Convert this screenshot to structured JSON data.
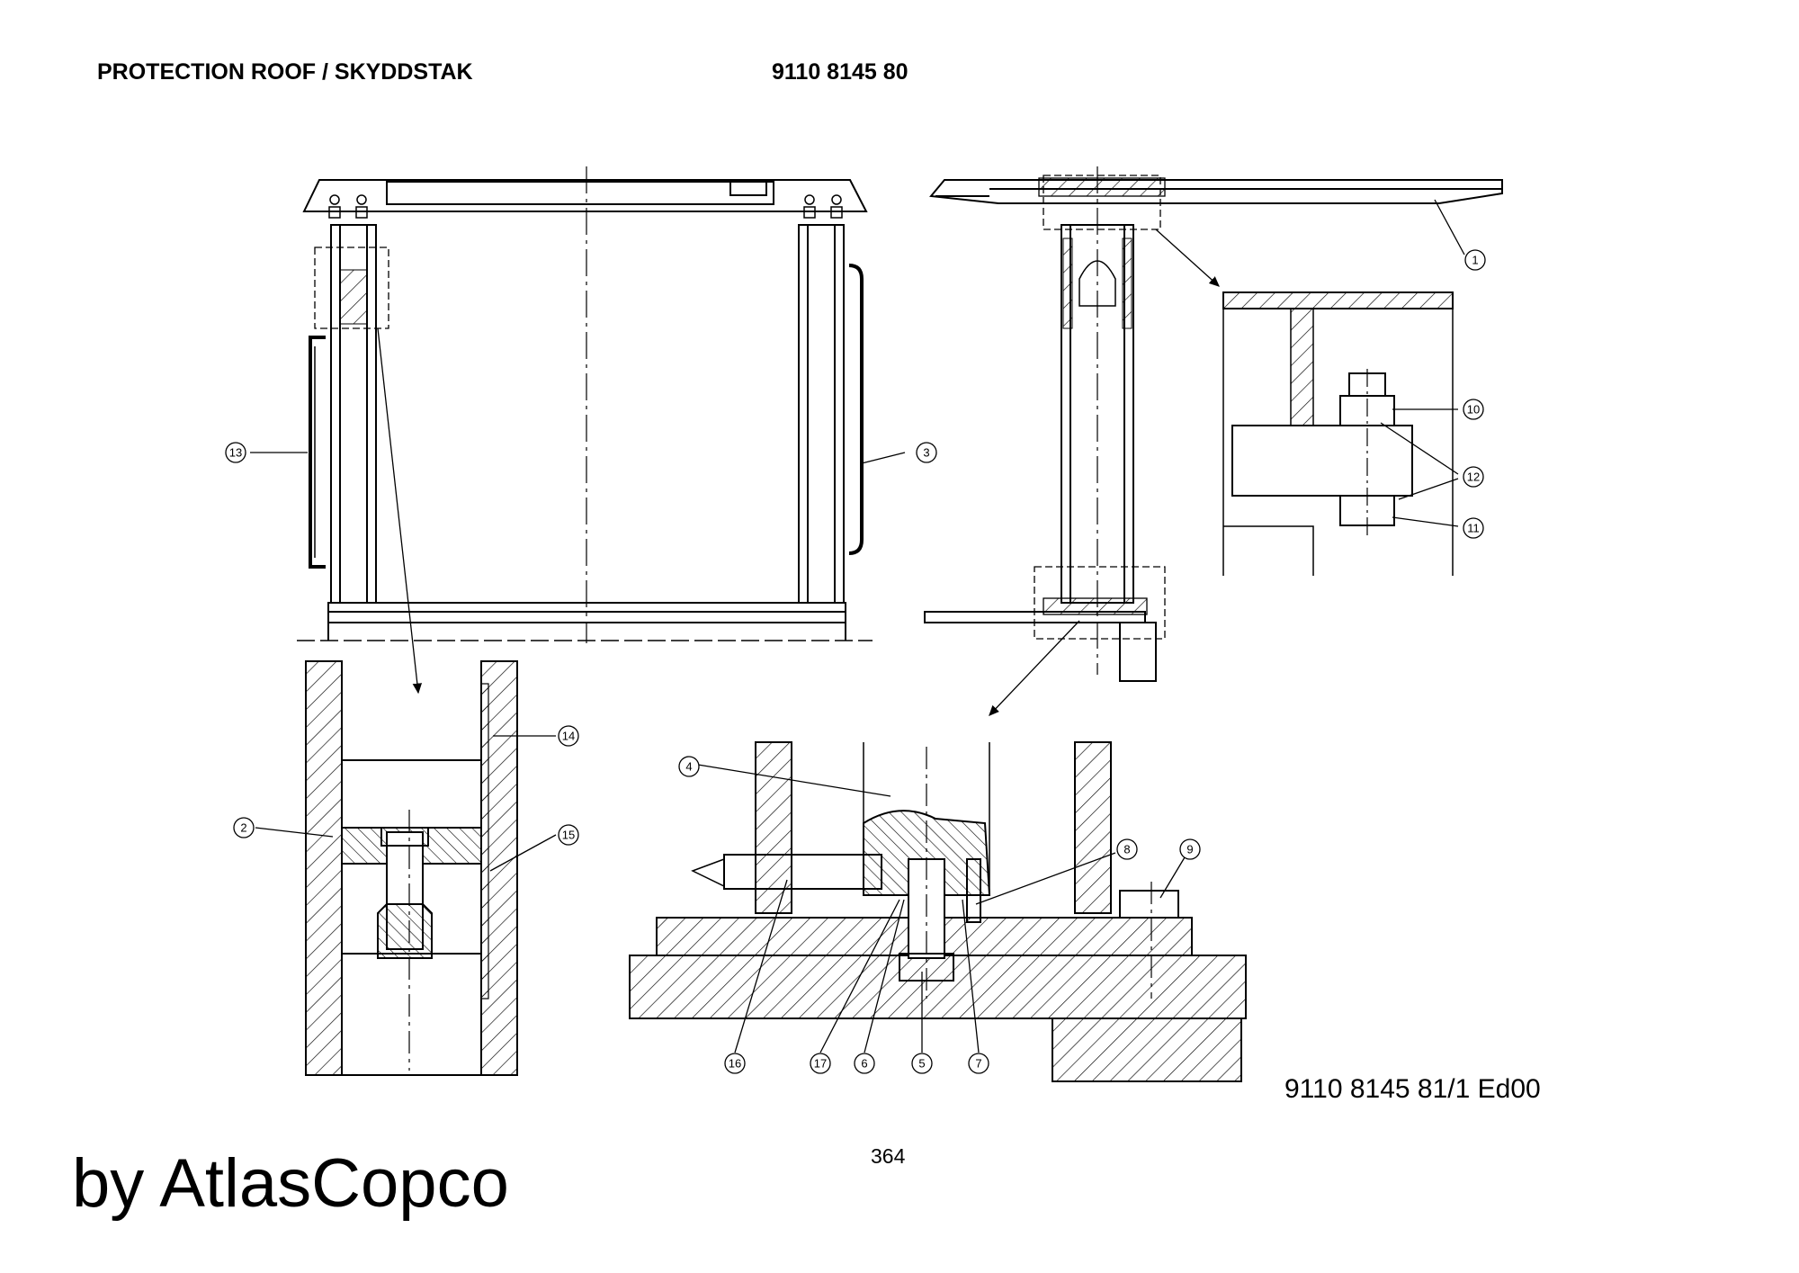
{
  "header": {
    "title": "PROTECTION ROOF / SKYDDSTAK",
    "part_number": "9110 8145 80"
  },
  "drawing": {
    "reference": "9110 8145 81/1  Ed00",
    "page_number": "364",
    "balloons": [
      "1",
      "2",
      "3",
      "4",
      "5",
      "6",
      "7",
      "8",
      "9",
      "10",
      "11",
      "12",
      "13",
      "14",
      "15",
      "16",
      "17"
    ]
  },
  "footer": {
    "brand": "by AtlasCopco"
  }
}
